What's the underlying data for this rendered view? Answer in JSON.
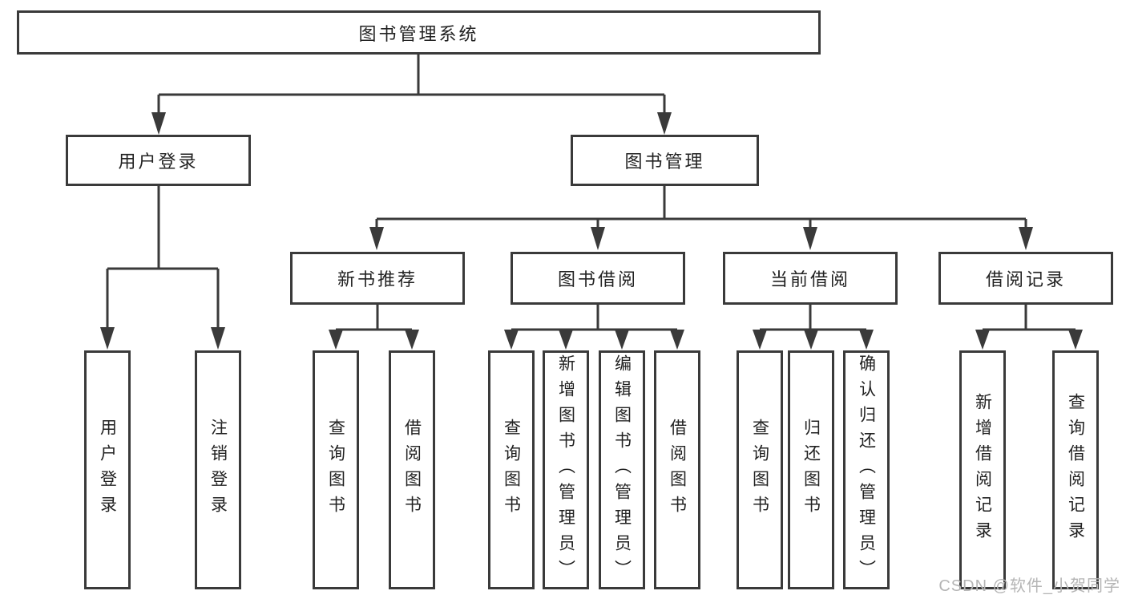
{
  "diagram": {
    "root": {
      "label": "图书管理系统"
    },
    "level2": [
      {
        "id": "user-login",
        "label": "用户登录"
      },
      {
        "id": "book-management",
        "label": "图书管理"
      }
    ],
    "level3": [
      {
        "id": "new-book-recommend",
        "label": "新书推荐"
      },
      {
        "id": "book-borrowing",
        "label": "图书借阅"
      },
      {
        "id": "current-borrowing",
        "label": "当前借阅"
      },
      {
        "id": "borrowing-records",
        "label": "借阅记录"
      }
    ],
    "leaves": {
      "user_login": [
        "用户登录",
        "注销登录"
      ],
      "new_book_recommend": [
        "查询图书",
        "借阅图书"
      ],
      "book_borrowing": [
        "查询图书",
        "新增图书（管理员）",
        "编辑图书（管理员）",
        "借阅图书"
      ],
      "current_borrowing": [
        "查询图书",
        "归还图书",
        "确认归还（管理员）"
      ],
      "borrowing_records": [
        "新增借阅记录",
        "查询借阅记录"
      ]
    },
    "colors": {
      "line": "#3a3a3a",
      "text": "#222222",
      "box_background": "#ffffff",
      "watermark": "#b5b5b5"
    }
  },
  "watermark": {
    "text": "CSDN @软件_小贺同学"
  }
}
